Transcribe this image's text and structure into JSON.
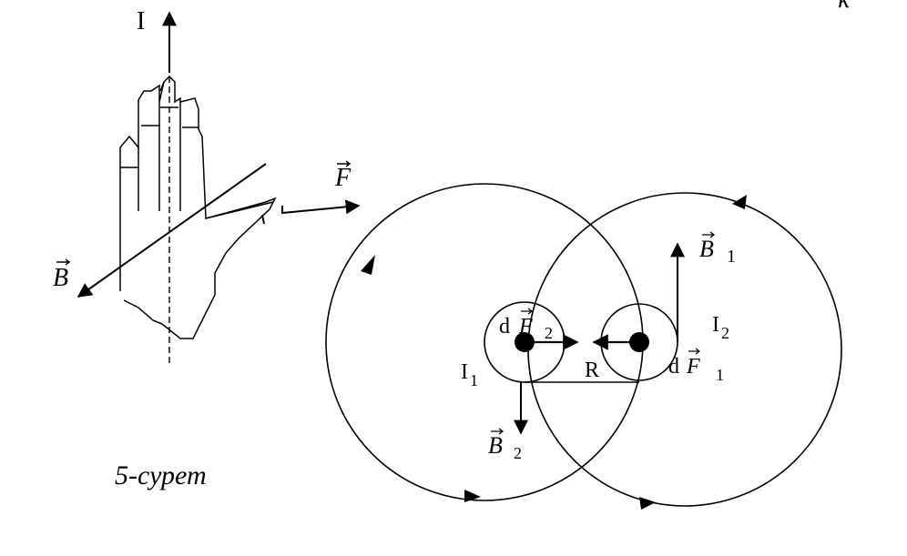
{
  "labels": {
    "current": "I",
    "force": "F",
    "field": "B",
    "caption": "5-сурет",
    "current_1": "I",
    "current_1_sub": "1",
    "current_2": "I",
    "current_2_sub": "2",
    "field_1": "B",
    "field_1_sub": "1",
    "field_2": "B",
    "field_2_sub": "2",
    "force_1_d": "d",
    "force_1": "F",
    "force_1_sub": "1",
    "force_2_d": "d",
    "force_2": "F",
    "force_2_sub": "2",
    "distance": "R",
    "corner_text": "κ"
  },
  "colors": {
    "ink": "#000000",
    "background": "#ffffff"
  }
}
